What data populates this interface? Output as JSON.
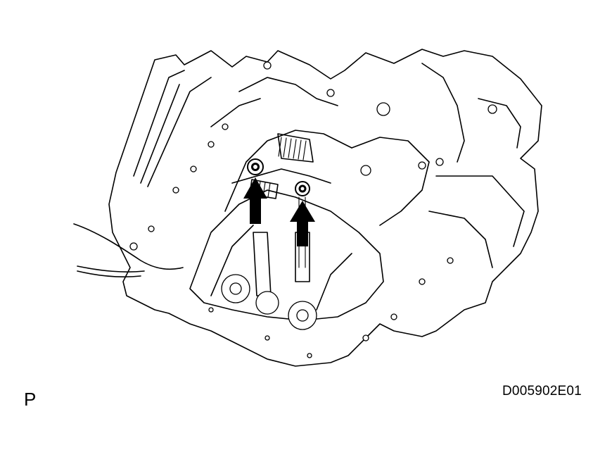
{
  "figure": {
    "view_label": "P",
    "document_code": "D005902E01",
    "callout_count": 2,
    "arrow_color": "#000000",
    "line_color": "#000000",
    "background": "#ffffff"
  }
}
